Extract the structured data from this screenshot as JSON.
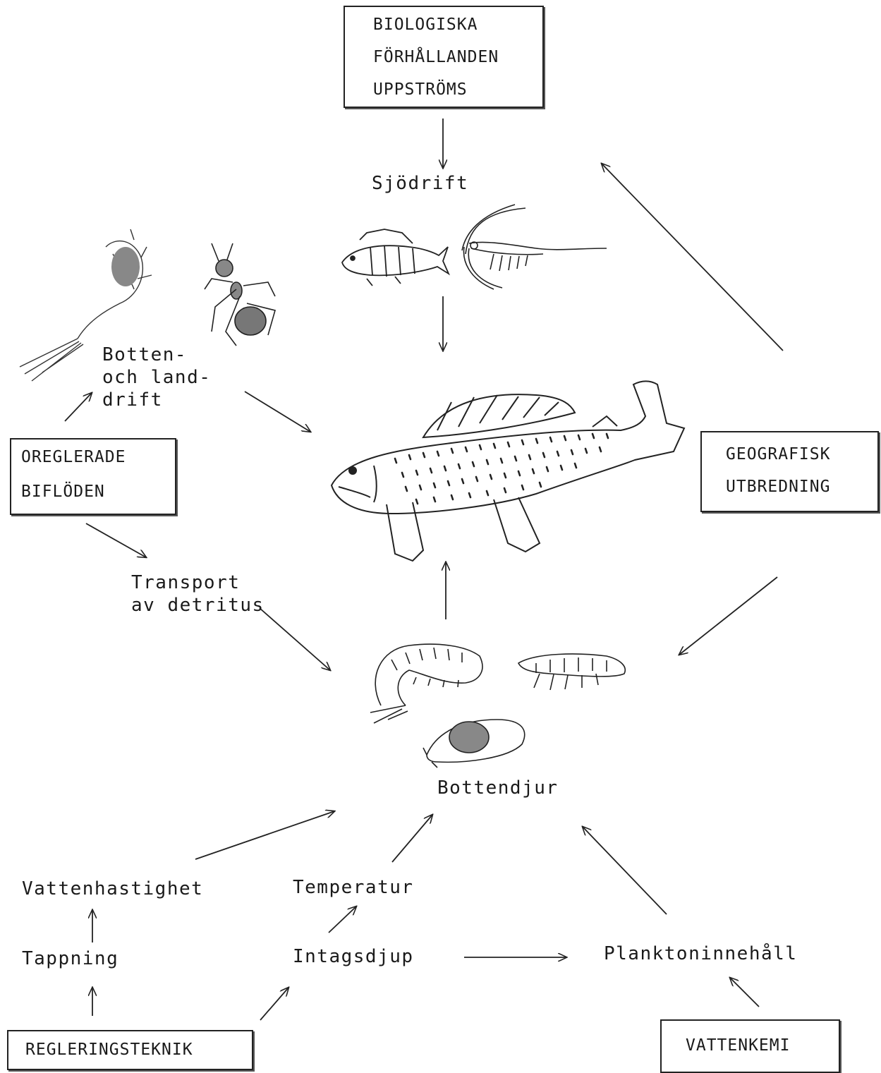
{
  "boxes": {
    "upstream": [
      "BIOLOGISKA",
      "FÖRHÅLLANDEN",
      "UPPSTRÖMS"
    ],
    "tributaries": [
      "OREGLERADE",
      "BIFLÖDEN"
    ],
    "geographic": [
      "GEOGRAFISK",
      "UTBREDNING"
    ],
    "regulation": "REGLERINGSTEKNIK",
    "water_chemistry": "VATTENKEMI"
  },
  "labels": {
    "lake_drift": "Sjödrift",
    "bottom_land_drift": [
      "Botten-",
      "och land-",
      "drift"
    ],
    "detritus": [
      "Transport",
      "av detritus"
    ],
    "benthos": "Bottendjur",
    "water_velocity": "Vattenhastighet",
    "temperature": "Temperatur",
    "discharge": "Tappning",
    "intake_depth": "Intagsdjup",
    "plankton": "Planktoninnehåll"
  }
}
